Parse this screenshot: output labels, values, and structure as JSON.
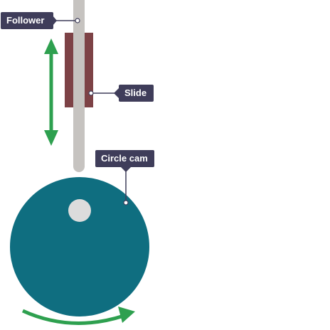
{
  "labels": {
    "follower": "Follower",
    "slide": "Slide",
    "cam": "Circle cam"
  },
  "colors": {
    "background": "#ffffff",
    "follower_rod": "#c6c3c0",
    "slide_block": "#7d4246",
    "cam": "#0f6e80",
    "cam_hole": "#dcdcdc",
    "arrow": "#2ea04f",
    "callout_bg": "#3f3d5a",
    "leader_line": "#3f3d5a"
  },
  "icons": {
    "vertical_motion": "double-headed-vertical-arrow",
    "rotation": "curved-rotation-arrow"
  }
}
